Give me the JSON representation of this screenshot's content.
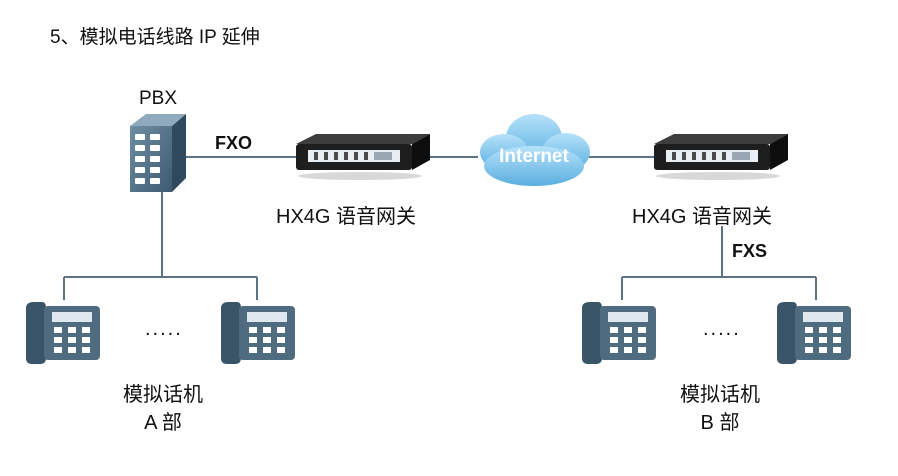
{
  "title": "5、模拟电话线路 IP 延伸",
  "nodes": {
    "pbx_label": "PBX",
    "fxo_label": "FXO",
    "gateway_left_label": "HX4G 语音网关",
    "internet_label": "Internet",
    "gateway_right_label": "HX4G 语音网关",
    "fxs_label": "FXS"
  },
  "groups": {
    "left": {
      "line1": "模拟话机",
      "line2": "A 部",
      "ellipsis": "....."
    },
    "right": {
      "line1": "模拟话机",
      "line2": "B 部",
      "ellipsis": "....."
    }
  },
  "colors": {
    "line": "#5b7384",
    "phone": "#3a5568",
    "cloud": "#7fc4ec"
  }
}
